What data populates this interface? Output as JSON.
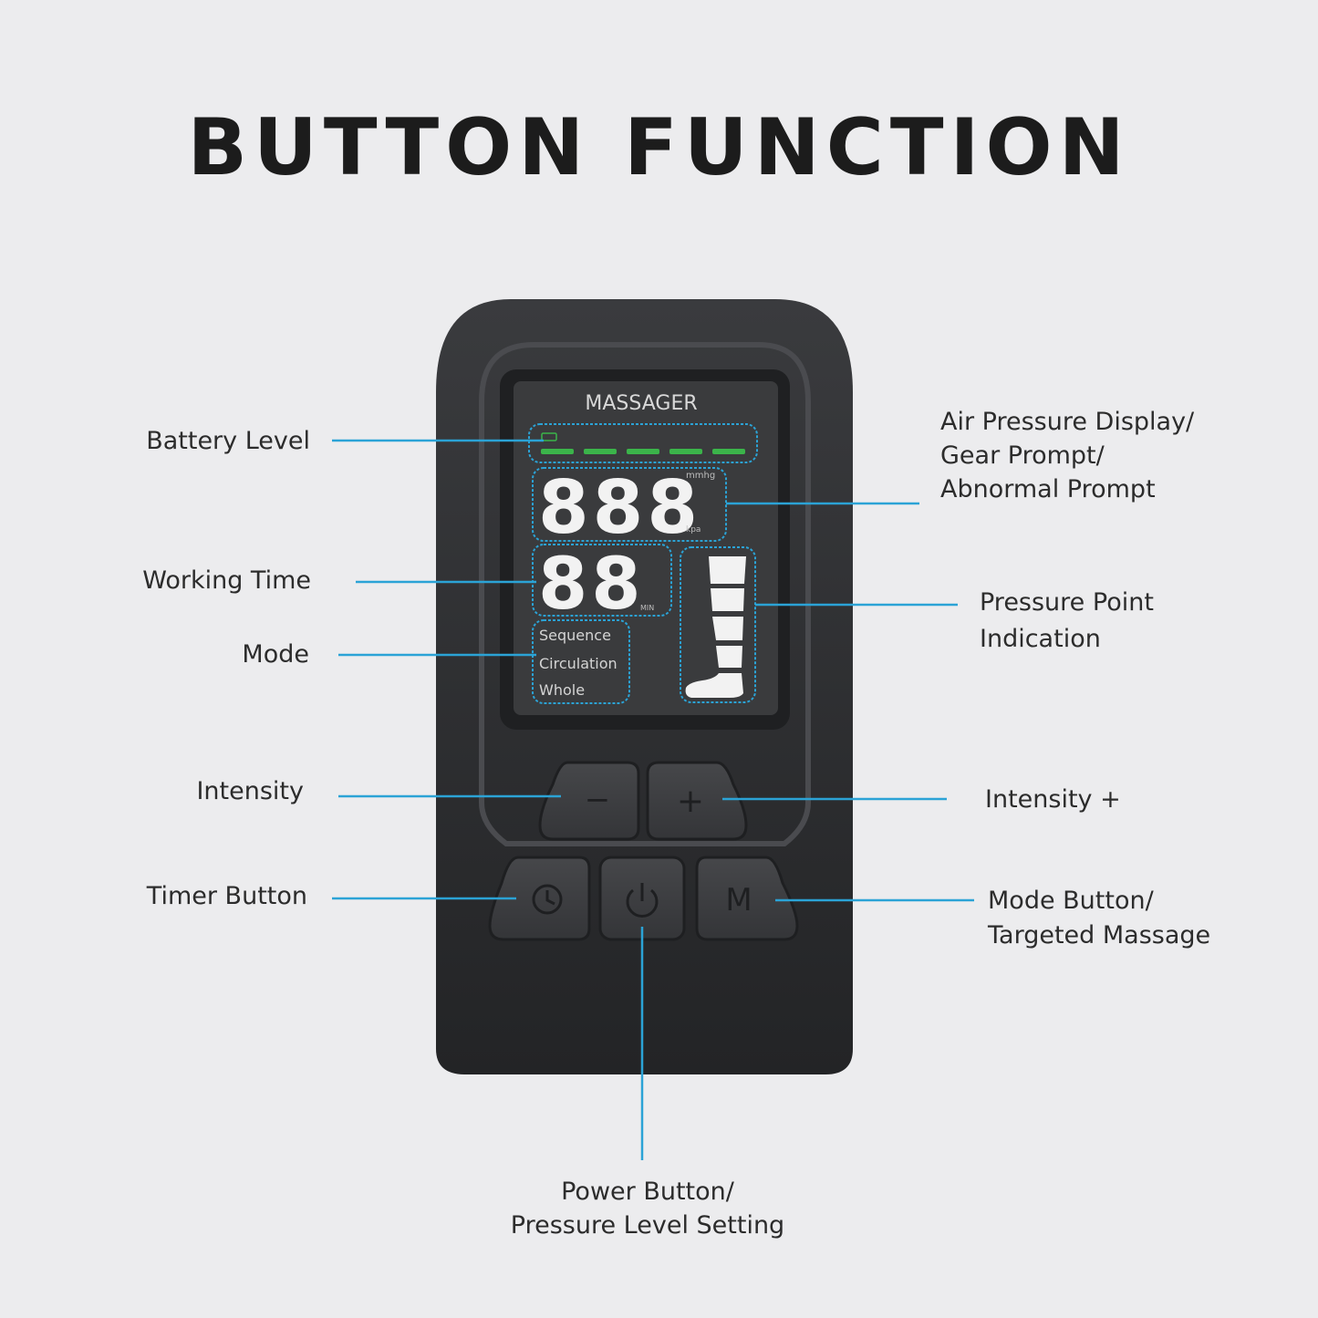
{
  "title": "BUTTON FUNCTION",
  "device": {
    "screen_title": "MASSAGER",
    "pressure_digits": "888",
    "pressure_unit_top": "mmhg",
    "pressure_unit_bottom": "kpa",
    "time_digits": "88",
    "time_unit": "MIN",
    "modes": [
      "Sequence",
      "Circulation",
      "Whole"
    ],
    "battery_segments": 5,
    "battery_level": 1.0,
    "leg_segments": 5,
    "buttons": {
      "minus": "−",
      "plus": "+",
      "mode": "M"
    },
    "colors": {
      "body": "#2e2f31",
      "screen": "#3a3b3d",
      "battery_green": "#3bb44a",
      "callout_blue": "#2ba3d6",
      "lcd_white": "#f2f2f2"
    }
  },
  "labels": {
    "battery": "Battery Level",
    "working_time": "Working Time",
    "mode": "Mode",
    "intensity_minus": "Intensity",
    "timer": "Timer Button",
    "air_pressure": [
      "Air Pressure Display/",
      "Gear Prompt/",
      "Abnormal Prompt"
    ],
    "pressure_point": [
      "Pressure Point",
      "Indication"
    ],
    "intensity_plus": "Intensity +",
    "mode_button": [
      "Mode Button/",
      "Targeted Massage"
    ],
    "power": [
      "Power Button/",
      "Pressure Level Setting"
    ]
  }
}
